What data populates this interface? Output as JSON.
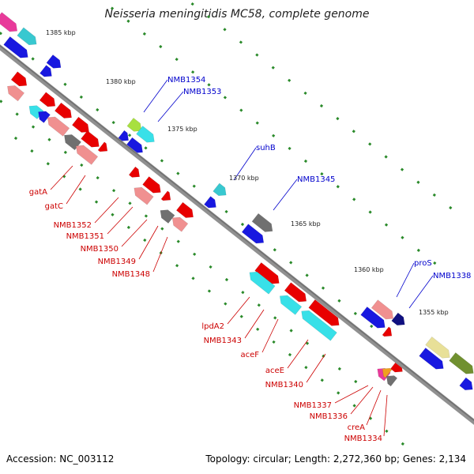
{
  "title": "Neisseria meningitidis MC58, complete genome",
  "footer": {
    "accession": "Accession: NC_003112",
    "summary": "Topology: circular; Length: 2,272,360 bp; Genes: 2,134"
  },
  "colors": {
    "backbone": "#8a8a8a",
    "forward_label": "#0000cc",
    "reverse_label": "#cc0000",
    "tick": "#2a8a2a"
  },
  "scale": [
    {
      "label": "1385 kbp"
    },
    {
      "label": "1380 kbp"
    },
    {
      "label": "1375 kbp"
    },
    {
      "label": "1370 kbp"
    },
    {
      "label": "1365 kbp"
    },
    {
      "label": "1360 kbp"
    },
    {
      "label": "1355 kbp"
    }
  ],
  "gene_labels_forward": [
    {
      "text": "NMB1354"
    },
    {
      "text": "NMB1353"
    },
    {
      "text": "suhB"
    },
    {
      "text": "NMB1345"
    },
    {
      "text": "proS"
    },
    {
      "text": "NMB1338"
    }
  ],
  "gene_labels_reverse": [
    {
      "text": "gatA"
    },
    {
      "text": "gatC"
    },
    {
      "text": "NMB1352"
    },
    {
      "text": "NMB1351"
    },
    {
      "text": "NMB1350"
    },
    {
      "text": "NMB1349"
    },
    {
      "text": "NMB1348"
    },
    {
      "text": "lpdA2"
    },
    {
      "text": "NMB1343"
    },
    {
      "text": "aceF"
    },
    {
      "text": "aceE"
    },
    {
      "text": "NMB1340"
    },
    {
      "text": "NMB1337"
    },
    {
      "text": "NMB1336"
    },
    {
      "text": "creA"
    },
    {
      "text": "NMB1334"
    }
  ]
}
